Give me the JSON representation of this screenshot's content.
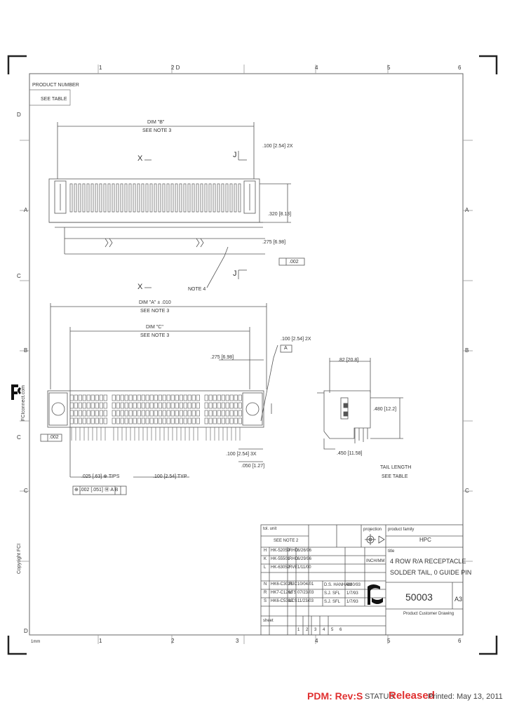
{
  "sheet": {
    "top_zones": [
      "1",
      "2 D",
      "4",
      "5",
      "6"
    ],
    "bottom_zones": [
      "1",
      "2",
      "3",
      "4",
      "5",
      "6"
    ],
    "side_zones": [
      "D",
      "A",
      "C",
      "B",
      "C",
      "C",
      "D"
    ],
    "corner_mark": "1mm"
  },
  "notes": {
    "product_number_label": "PRODUCT NUMBER",
    "product_number_value": "SEE TABLE",
    "dim_top_a": "DIM \"B\"",
    "dim_top_a_note": "SEE NOTE 3",
    "dim_pitch": ".100 [2.54] 2X",
    "dim_height": ".320 [8.13]",
    "dim_thick": ".275 [6.98]",
    "flatness": ".002",
    "note_ref": "NOTE 4",
    "section_x": "X",
    "section_j": "J",
    "dim_mid_a": "DIM \"A\" ± .010",
    "dim_mid_a_note": "SEE NOTE 3",
    "dim_mid_c": "DIM \"C\"",
    "dim_mid_c_note": "SEE NOTE 3",
    "dim_pitch_2": ".100 [2.54] 2X",
    "dim_a_ref": "A",
    "dim_275": ".275 [6.98]",
    "dim_025": ".025 [.63] ⊕ TIPS",
    "dim_100_typ": ".100 [2.54] TYP",
    "dim_100_3x": ".100 [2.54] 3X",
    "dim_050": ".050 [1.27]",
    "tolerance_frame": "⊕ .002 [.051] Ⓜ A B",
    "flat_2": ".002",
    "side_dim_top": ".82 [20.8]",
    "side_dim_mid": ".480 [12.2]",
    "side_dim_bot": ".450 [11.58]",
    "tail_length": "TAIL LENGTH",
    "tail_see": "SEE TABLE"
  },
  "title_block": {
    "product_family_label": "product family",
    "product_family_value": "HPC",
    "title_label": "title",
    "title_line1": "4 ROW R/A RECEPTACLE",
    "title_line2": "SOLDER TAIL, 0 GUIDE PIN",
    "dwg_no": "50003",
    "size": "A3",
    "type": "Product Customer Drawing",
    "tolerance_label": "tol. unit",
    "tolerance_value": "SEE NOTE 2",
    "projection_label": "projection",
    "units": "INCH/MM",
    "rev_rows": [
      [
        "H",
        "HK-52059",
        "RHD",
        "6/26/96"
      ],
      [
        "K",
        "HK-55501",
        "RHD",
        "6/29/96"
      ],
      [
        "L",
        "HK-63052",
        "RVE",
        "1/11/00"
      ],
      [
        "N",
        "HK6-C3023",
        "RJC",
        "10/04/01"
      ],
      [
        "R",
        "HK7-C1266",
        "LTS",
        "07/23/03"
      ],
      [
        "S",
        "HK6-C5380",
        "LCS",
        "11/23/03"
      ]
    ],
    "checker_rows": [
      [
        "D.S. HANHAM",
        "6/30/93"
      ],
      [
        "S.J. SFL",
        "1/7/93"
      ],
      [
        "S.J. SFL",
        "1/7/93"
      ]
    ],
    "sheet_label": "sheet",
    "sheet_row": [
      "1",
      "2",
      "3",
      "4",
      "5",
      "6"
    ]
  },
  "side_text": {
    "fci_url": "FCIconnect.com",
    "copyright": "Copyright FCI"
  },
  "footer": {
    "pdm": "PDM: Rev:S",
    "status_label": "STATUS:",
    "status_value": "Released",
    "printed": "Printed: May 13, 2011"
  },
  "colors": {
    "line": "#555555",
    "status_red": "#e03030"
  }
}
